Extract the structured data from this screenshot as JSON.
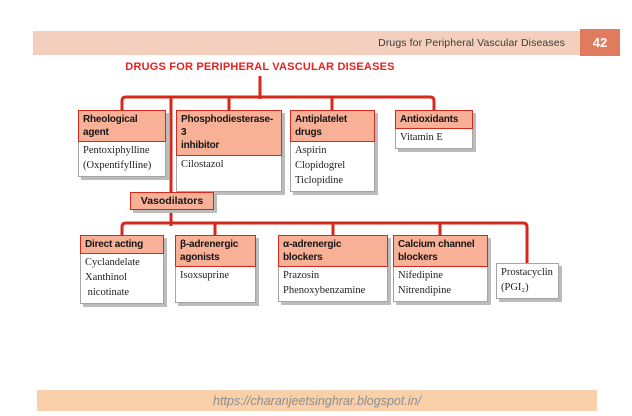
{
  "header_bar": {
    "title": "Drugs for Peripheral Vascular Diseases",
    "page_number": "42"
  },
  "diagram": {
    "title": "DRUGS FOR PERIPHERAL VASCULAR DISEASES",
    "level1": [
      {
        "header_lines": [
          "Rheological",
          "agent"
        ],
        "drug_lines": [
          "Pentoxiphylline",
          "(Oxpentifylline)"
        ]
      },
      {
        "header_lines": [
          "Phosphodiesterase-3",
          "inhibitor"
        ],
        "drug_lines": [
          "Cilostazol"
        ]
      },
      {
        "header_lines": [
          "Antiplatelet",
          "drugs"
        ],
        "drug_lines": [
          "Aspirin",
          "Clopidogrel",
          "Ticlopidine"
        ]
      },
      {
        "header_lines": [
          "Antioxidants"
        ],
        "drug_lines": [
          "Vitamin E"
        ]
      }
    ],
    "vasodilators_label": "Vasodilators",
    "level2": [
      {
        "header_lines": [
          "Direct acting"
        ],
        "drug_lines": [
          "Cyclandelate",
          "Xanthinol",
          " nicotinate"
        ]
      },
      {
        "header_lines": [
          "β-adrenergic",
          "agonists"
        ],
        "drug_lines": [
          "Isoxsuprine"
        ]
      },
      {
        "header_lines": [
          "α-adrenergic",
          "blockers"
        ],
        "drug_lines": [
          "Prazosin",
          "Phenoxybenzamine"
        ]
      },
      {
        "header_lines": [
          "Calcium channel",
          "blockers"
        ],
        "drug_lines": [
          "Nifedipine",
          "Nitrendipine"
        ]
      },
      {
        "header_lines": [],
        "drug_lines": [
          "Prostacyclin",
          "(PGI₂)"
        ]
      }
    ]
  },
  "footer": {
    "url": "https://charanjeetsinghrar.blogspot.in/"
  },
  "colors": {
    "line_red": "#d5291e",
    "title_red": "#e42320",
    "box_fill_salmon": "#f8b096",
    "top_band_peach": "#f5cfbd",
    "badge_orange": "#e07b5e",
    "footer_band_peach": "#f9d0a9"
  }
}
